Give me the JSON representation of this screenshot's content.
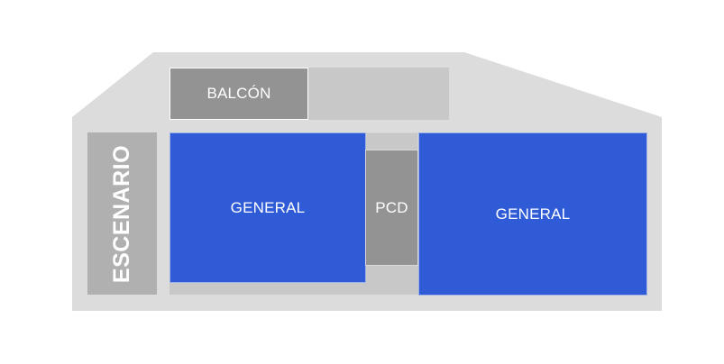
{
  "map": {
    "colors": {
      "venue_background": "#dcdcdc",
      "general": "#2f5bd6",
      "pcd": "#939393",
      "balcony": "#939393",
      "stage": "#b0b0b0",
      "unassigned": "#c8c8c8",
      "label_text": "#ffffff"
    },
    "zones": {
      "balcony": {
        "label": "BALCÓN"
      },
      "stage": {
        "label": "ESCENARIO"
      },
      "general_left": {
        "label": "GENERAL"
      },
      "pcd": {
        "label": "PCD"
      },
      "general_right": {
        "label": "GENERAL"
      }
    }
  }
}
